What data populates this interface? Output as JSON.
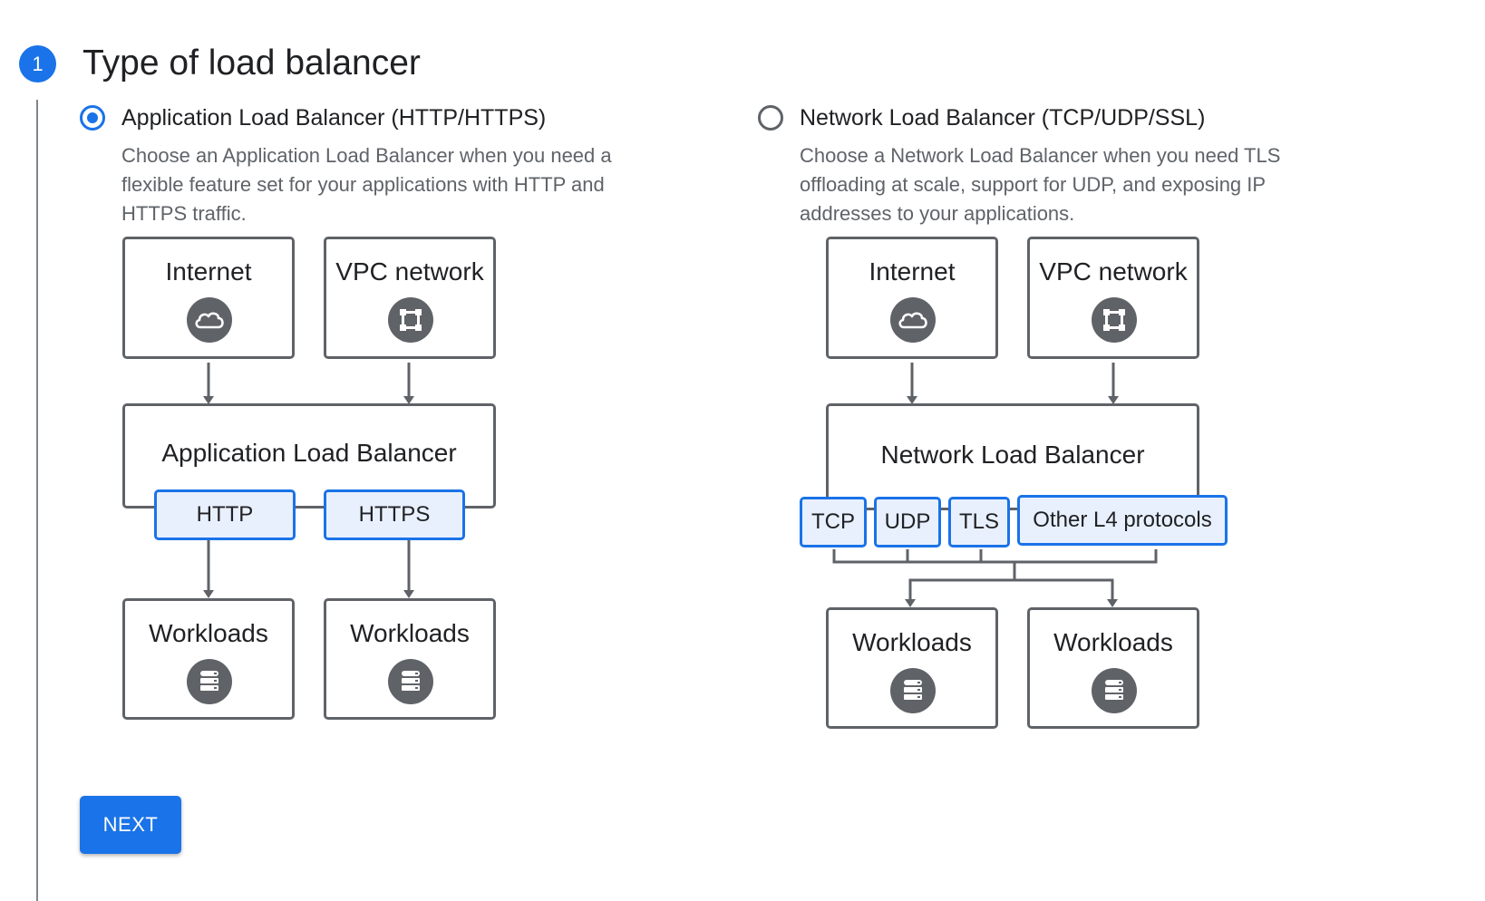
{
  "step": {
    "number": "1",
    "title": "Type of load balancer"
  },
  "options": [
    {
      "label": "Application Load Balancer (HTTP/HTTPS)",
      "selected": true,
      "description_lines": [
        "Choose an Application Load Balancer when you need a",
        "flexible feature set for your applications with HTTP and",
        "HTTPS traffic."
      ],
      "diagram": {
        "sources": [
          {
            "label": "Internet",
            "icon": "cloud-icon"
          },
          {
            "label": "VPC network",
            "icon": "vpc-network-icon"
          }
        ],
        "balancer": "Application Load Balancer",
        "protocols": [
          "HTTP",
          "HTTPS"
        ],
        "targets": [
          {
            "label": "Workloads",
            "icon": "database-icon"
          },
          {
            "label": "Workloads",
            "icon": "database-icon"
          }
        ]
      }
    },
    {
      "label": "Network Load Balancer (TCP/UDP/SSL)",
      "selected": false,
      "description_lines": [
        "Choose a Network Load Balancer when you need TLS",
        "offloading at scale, support for UDP, and exposing IP",
        "addresses to your applications."
      ],
      "diagram": {
        "sources": [
          {
            "label": "Internet",
            "icon": "cloud-icon"
          },
          {
            "label": "VPC network",
            "icon": "vpc-network-icon"
          }
        ],
        "balancer": "Network Load Balancer",
        "protocols": [
          "TCP",
          "UDP",
          "TLS",
          "Other L4 protocols"
        ],
        "targets": [
          {
            "label": "Workloads",
            "icon": "database-icon"
          },
          {
            "label": "Workloads",
            "icon": "database-icon"
          }
        ]
      }
    }
  ],
  "next_button": "NEXT",
  "colors": {
    "accent": "#1a73e8",
    "border": "#5f6368",
    "protocol_fill": "#e8f0fe",
    "text": "#202124",
    "muted_text": "#5f6368"
  }
}
